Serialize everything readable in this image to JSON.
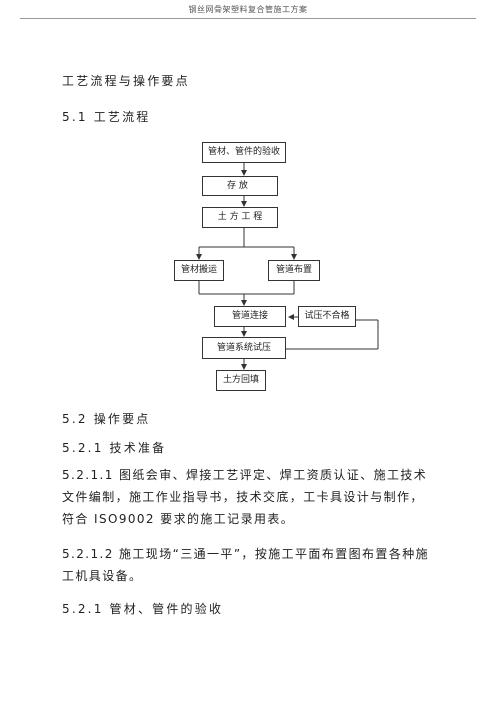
{
  "header": {
    "title": "钢丝网骨架塑料复合管施工方案"
  },
  "headings": {
    "process_and_points": "工艺流程与操作要点",
    "section_5_1": "5.1 工艺流程",
    "section_5_2": "5.2 操作要点",
    "section_5_2_1": "5.2.1 技术准备",
    "section_5_2_1_b": "5.2.1 管材、管件的验收"
  },
  "flowchart": {
    "acceptance": "管材、管件的验收",
    "storage": "存    放",
    "earthwork": "土 方 工 程",
    "pipe_transport": "管材搬运",
    "pipe_layout": "管道布置",
    "pipe_connection": "管道连接",
    "pressure_fail": "试压不合格",
    "system_pressure_test": "管道系统试压",
    "backfill": "土方回填"
  },
  "paragraphs": {
    "p_5_2_1_1_line1": "5.2.1.1 图纸会审、焊接工艺评定、焊工资质认证、施工技术",
    "p_5_2_1_1_line2": "文件编制，施工作业指导书，技术交底，工卡具设计与制作，",
    "p_5_2_1_1_line3": "符合 ISO9002 要求的施工记录用表。",
    "p_5_2_1_2_line1": "5.2.1.2 施工现场“三通一平”，按施工平面布置图布置各种施",
    "p_5_2_1_2_line2": "工机具设备。"
  }
}
